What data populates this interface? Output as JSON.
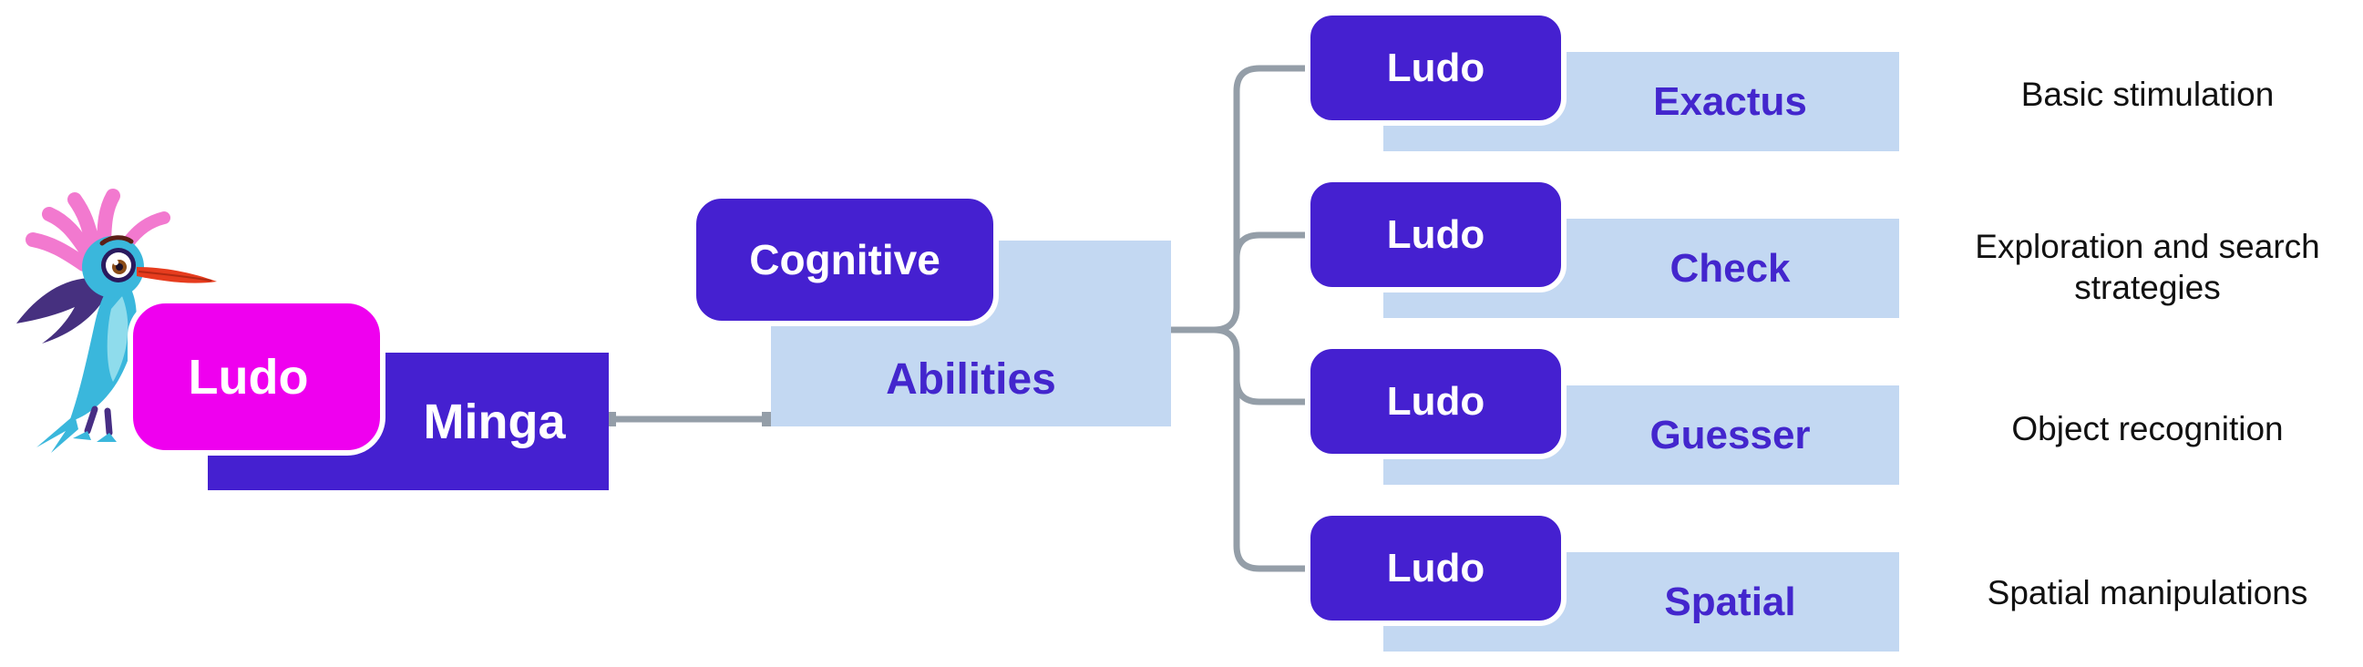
{
  "diagram": {
    "root": {
      "badge": "Ludo",
      "name": "Minga"
    },
    "hub": {
      "badge": "Cognitive",
      "name": "Abilities"
    },
    "branches": [
      {
        "badge": "Ludo",
        "name": "Exactus",
        "description": "Basic stimulation"
      },
      {
        "badge": "Ludo",
        "name": "Check",
        "description": "Exploration and search strategies"
      },
      {
        "badge": "Ludo",
        "name": "Guesser",
        "description": "Object recognition"
      },
      {
        "badge": "Ludo",
        "name": "Spatial",
        "description": "Spatial manipulations"
      }
    ]
  },
  "icons": {
    "mascot": "hummingbird-mascot"
  },
  "colors": {
    "node_indigo": "#4520d0",
    "root_magenta": "#ef00ef",
    "bar_light_blue": "#c3d8f2",
    "bar_text_indigo": "#4326cd",
    "connector_gray": "#949ea8",
    "description_text": "#111111",
    "node_text_white": "#ffffff"
  }
}
